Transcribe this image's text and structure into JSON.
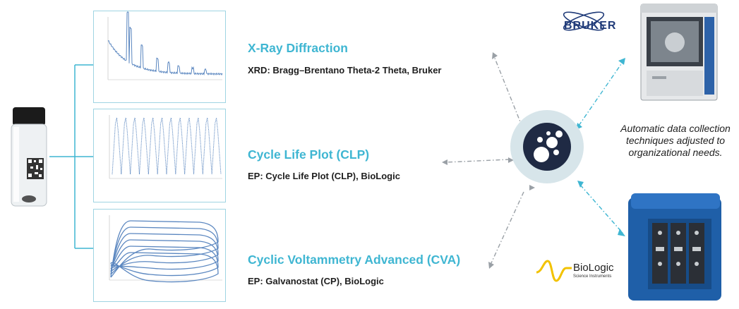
{
  "techniques": [
    {
      "title": "X-Ray Diffraction",
      "subtitle": "XRD: Bragg–Brentano Theta-2 Theta, Bruker"
    },
    {
      "title": "Cycle Life Plot (CLP)",
      "subtitle": "EP: Cycle Life Plot (CLP), BioLogic"
    },
    {
      "title": "Cyclic Voltammetry Advanced (CVA)",
      "subtitle": "EP: Galvanostat (CP), BioLogic"
    }
  ],
  "note": "Automatic data collection techniques adjusted to organizational needs.",
  "brands": {
    "bruker": "BRUKER",
    "biologic": "BioLogic",
    "biologic_sub": "Science Instruments"
  },
  "icons": {
    "sample": "sample-vial-icon",
    "hub": "hub-molecule-icon",
    "xrd_instrument": "xrd-instrument-icon",
    "potentiostat": "potentiostat-icon"
  },
  "colors": {
    "accent": "#3fb6d2",
    "panel_border": "#9fd4e2",
    "curve": "#5b87c0",
    "hub_dark": "#1f2a44",
    "hub_ring": "#d7e5ea"
  }
}
